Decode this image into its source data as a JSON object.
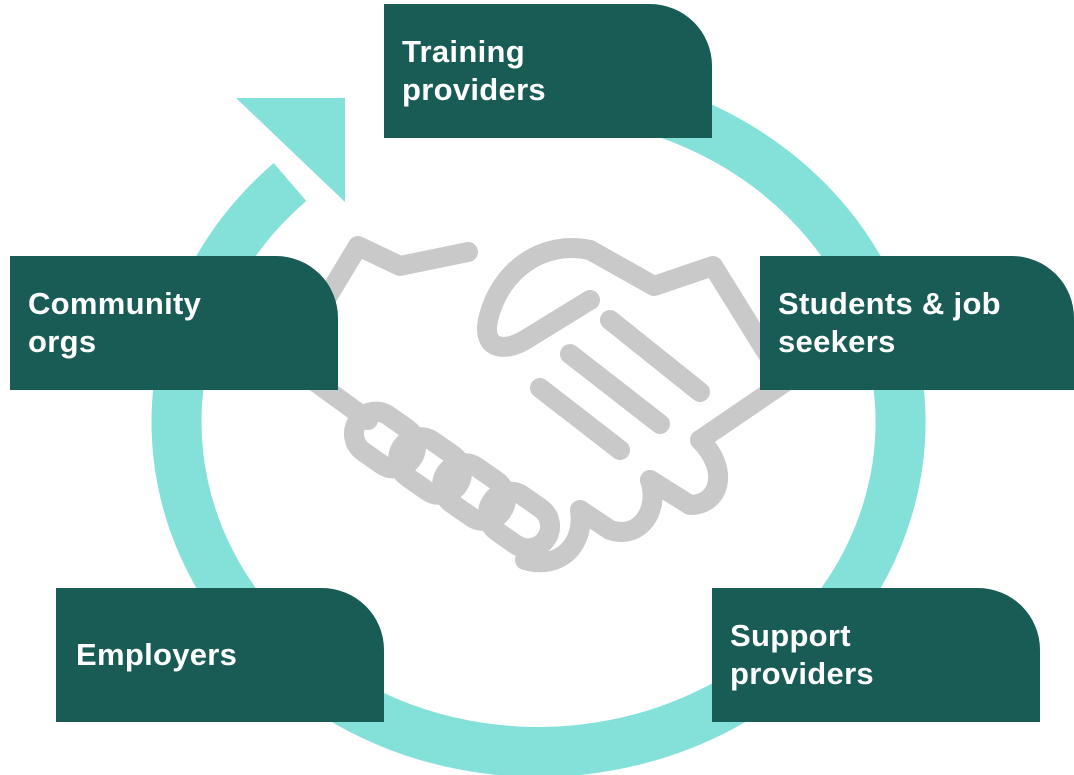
{
  "colors": {
    "node_fill": "#185c55",
    "cycle_ring": "#84e1d9",
    "handshake": "#c9c9c9",
    "node_text": "#ffffff"
  },
  "icons": {
    "center": "handshake-icon",
    "cycle": "circular-arrow-icon"
  },
  "nodes": {
    "training": {
      "line1": "Training",
      "line2": "providers"
    },
    "students": {
      "line1": "Students & job",
      "line2": "seekers"
    },
    "support": {
      "line1": "Support",
      "line2": "providers"
    },
    "employers": {
      "line1": "Employers"
    },
    "community": {
      "line1": "Community",
      "line2": "orgs"
    }
  }
}
